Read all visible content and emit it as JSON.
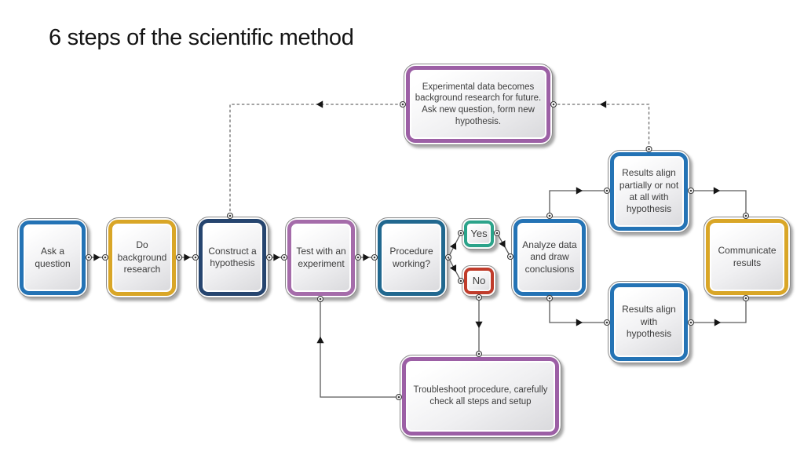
{
  "title": "6 steps of the scientific method",
  "palette": {
    "blue": "#2473B5",
    "navy": "#26456F",
    "steel_blue": "#21688F",
    "gold": "#D9A627",
    "purple": "#9C5FA5",
    "orchid": "#A56CAA",
    "green": "#2BA38A",
    "red": "#C03C2B",
    "connector_gray": "#5b5b5b",
    "arrow_black": "#161616"
  },
  "nodes": {
    "ask_question": {
      "label": "Ask a question"
    },
    "background_research": {
      "label": "Do background research"
    },
    "construct_hypothesis": {
      "label": "Construct a hypothesis"
    },
    "test_experiment": {
      "label": "Test with an experiment"
    },
    "procedure_working": {
      "label": "Procedure working?"
    },
    "yes": {
      "label": "Yes"
    },
    "no": {
      "label": "No"
    },
    "analyze_data": {
      "label": "Analyze data and draw conclusions"
    },
    "results_partial": {
      "label": "Results align partially or not at all with hypothesis"
    },
    "results_align": {
      "label": "Results align with hypothesis"
    },
    "communicate": {
      "label": "Communicate results"
    },
    "experimental_data": {
      "label": "Experimental data becomes background research for future. Ask new question, form new hypothesis."
    },
    "troubleshoot": {
      "label": "Troubleshoot procedure, carefully check all steps and setup"
    }
  }
}
